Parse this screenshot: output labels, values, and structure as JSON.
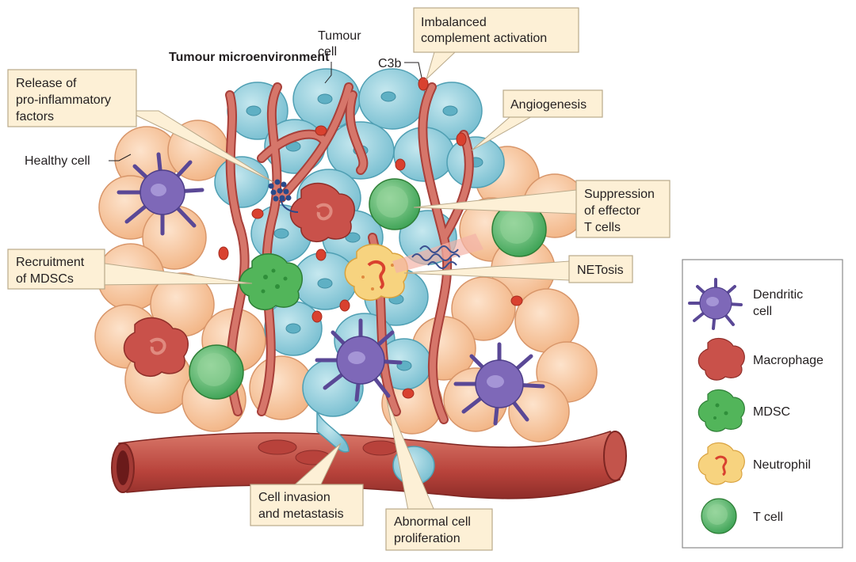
{
  "title": "Tumour microenvironment",
  "labels": {
    "tumour_cell": [
      "Tumour",
      "cell"
    ],
    "c3b": "C3b",
    "healthy_cell": "Healthy cell"
  },
  "callouts": {
    "imbalanced_complement": [
      "Imbalanced",
      "complement activation"
    ],
    "pro_inflammatory": [
      "Release of",
      "pro-inflammatory",
      "factors"
    ],
    "angiogenesis": [
      "Angiogenesis"
    ],
    "suppression": [
      "Suppression",
      "of effector",
      "T cells"
    ],
    "recruitment": [
      "Recruitment",
      "of MDSCs"
    ],
    "netosis": [
      "NETosis"
    ],
    "invasion": [
      "Cell invasion",
      "and metastasis"
    ],
    "proliferation": [
      "Abnormal cell",
      "proliferation"
    ]
  },
  "legend": [
    {
      "icon": "dendritic-cell-icon",
      "lines": [
        "Dendritic",
        "cell"
      ]
    },
    {
      "icon": "macrophage-icon",
      "lines": [
        "Macrophage"
      ]
    },
    {
      "icon": "mdsc-icon",
      "lines": [
        "MDSC"
      ]
    },
    {
      "icon": "neutrophil-icon",
      "lines": [
        "Neutrophil"
      ]
    },
    {
      "icon": "t-cell-icon",
      "lines": [
        "T cell"
      ]
    }
  ],
  "colors": {
    "healthy": "#f7c9a4",
    "tumour": "#9fd3df",
    "vessel": "#c8554a",
    "dendritic": "#7e68b8",
    "macrophage": "#c9514a",
    "mdsc": "#52b55a",
    "neutrophil": "#f7d37f",
    "tcell": "#6cc07a",
    "callout": "#fdf0d6"
  }
}
